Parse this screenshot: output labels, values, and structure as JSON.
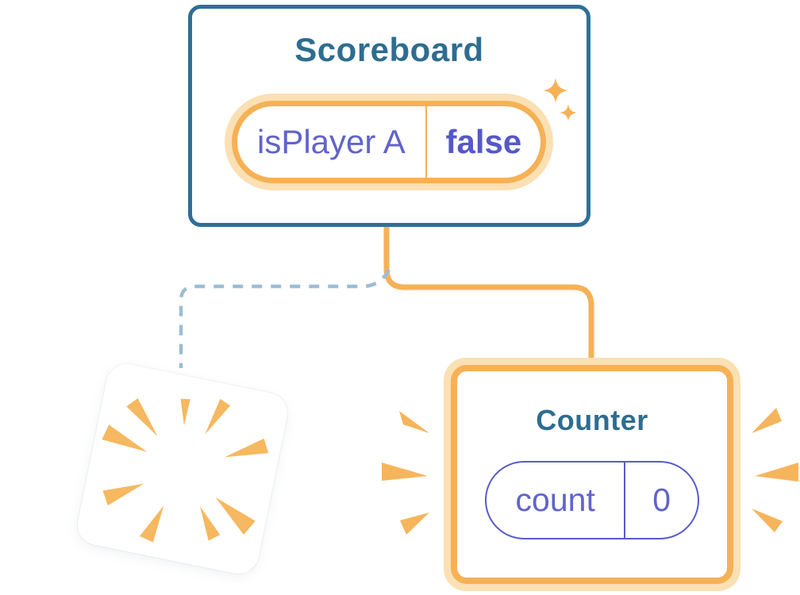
{
  "diagram": {
    "description": "React component tree state diagram",
    "scoreboard": {
      "title": "Scoreboard",
      "state_pill": {
        "name": "isPlayer A",
        "value": "false"
      }
    },
    "counter": {
      "title": "Counter",
      "state_pill": {
        "name": "count",
        "value": "0"
      }
    },
    "destroyed_component": {
      "label": ""
    },
    "icons": {
      "sparkles": "sparkles-icon",
      "destroy_burst": "burst-icon",
      "emphasis_burst": "emphasis-burst-icon"
    },
    "connectors": {
      "active_branch": "solid-orange",
      "removed_branch": "dashed-blue"
    },
    "colors": {
      "card_border_teal": "#2F6F96",
      "title_teal": "#2E6D90",
      "state_orange": "#F6B156",
      "state_orange_halo": "#FBE0B4",
      "state_indigo_text": "#6164CA",
      "state_indigo_bold": "#5558C9",
      "pill_indigo_border": "#575CC9",
      "dashed_connector_blue": "#9CBDD5",
      "burst_orange": "#F6B860",
      "background": "#FFFFFF"
    }
  }
}
